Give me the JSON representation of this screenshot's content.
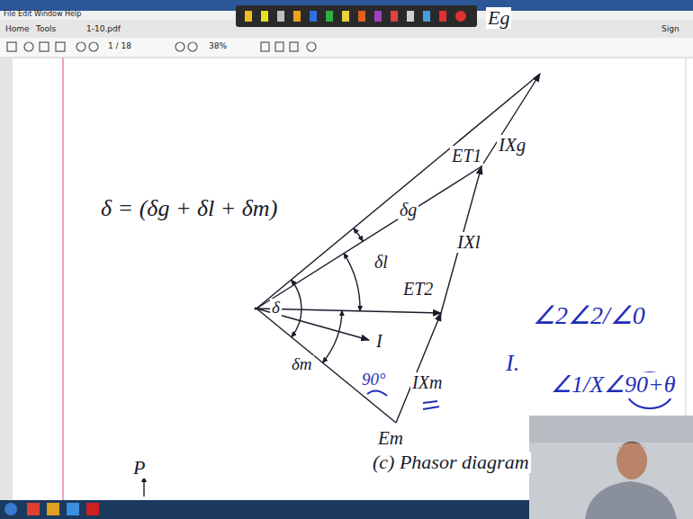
{
  "diagram": {
    "caption": "(c) Phasor diagram",
    "labels": [
      "File Edit Window Help",
      "Home",
      "Tools",
      "1-10.pdf",
      "Sign",
      "1 / 18",
      "38%",
      "δ = (δg + δl + δm)",
      "Eg",
      "IXg",
      "ET1",
      "δg",
      "δl",
      "ET2",
      "IXl",
      "δ",
      "I",
      "δm",
      "90°",
      "IXm",
      "Em",
      "P",
      "I.",
      "∠2∠2/∠0",
      "∠1/X∠90+θ"
    ]
  }
}
